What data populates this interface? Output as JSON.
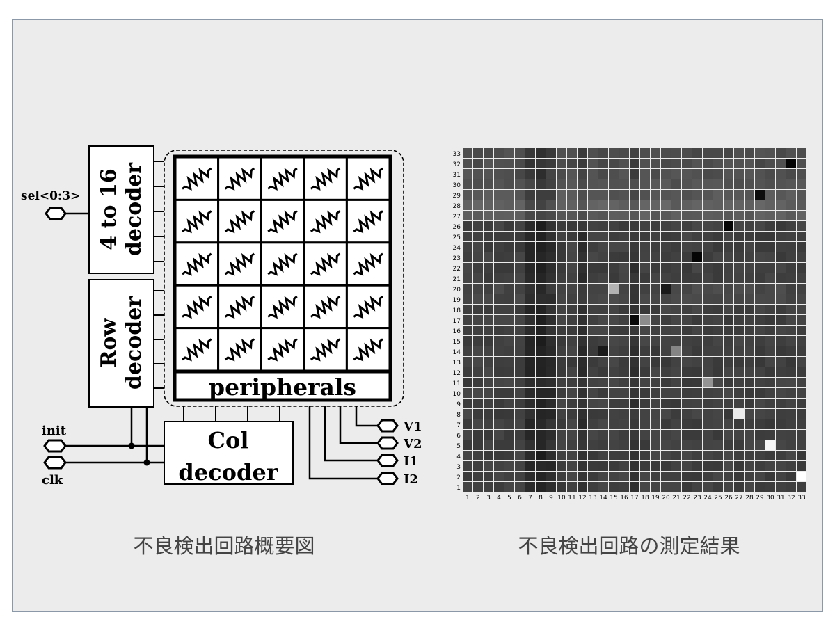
{
  "diagram": {
    "sel_label": "sel<0:3>",
    "decoder_4to16_line1": "4 to 16",
    "decoder_4to16_line2": "decoder",
    "row_decoder_line1": "Row",
    "row_decoder_line2": "decoder",
    "peripherals": "peripherals",
    "col_decoder_line1": "Col",
    "col_decoder_line2": "decoder",
    "init_label": "init",
    "clk_label": "clk",
    "v1_label": "V1",
    "v2_label": "V2",
    "i1_label": "I1",
    "i2_label": "I2"
  },
  "captions": {
    "left": "不良検出回路概要図",
    "right": "不良検出回路の測定結果"
  },
  "chart_data": {
    "type": "heatmap",
    "title": "",
    "xlabel": "",
    "ylabel": "",
    "x_labels": [
      "1",
      "2",
      "3",
      "4",
      "5",
      "6",
      "7",
      "8",
      "9",
      "10",
      "11",
      "12",
      "13",
      "14",
      "15",
      "16",
      "17",
      "18",
      "19",
      "20",
      "21",
      "22",
      "23",
      "24",
      "25",
      "26",
      "27",
      "28",
      "29",
      "30",
      "31",
      "32",
      "33"
    ],
    "y_labels": [
      "1",
      "2",
      "3",
      "4",
      "5",
      "6",
      "7",
      "8",
      "9",
      "10",
      "11",
      "12",
      "13",
      "14",
      "15",
      "16",
      "17",
      "18",
      "19",
      "20",
      "21",
      "22",
      "23",
      "24",
      "25",
      "26",
      "27",
      "28",
      "29",
      "30",
      "31",
      "32",
      "33"
    ],
    "color_scale": "grayscale (dark = low, light = high)",
    "colors": {
      "dark": "#000000",
      "light": "#ffffff"
    },
    "base_level": 0.25,
    "row_levels": {
      "27": 0.36,
      "28": 0.38,
      "29": 0.34,
      "30": 0.33,
      "31": 0.31,
      "32": 0.3,
      "33": 0.3,
      "19": 0.27,
      "20": 0.28
    },
    "column_levels": {
      "7": 0.17,
      "8": 0.14,
      "9": 0.18,
      "12": 0.19,
      "17": 0.2
    },
    "notable_cells": [
      {
        "x": 32,
        "y": 32,
        "level": 0.02
      },
      {
        "x": 29,
        "y": 29,
        "level": 0.05
      },
      {
        "x": 26,
        "y": 26,
        "level": 0.02
      },
      {
        "x": 23,
        "y": 23,
        "level": 0.02
      },
      {
        "x": 15,
        "y": 20,
        "level": 0.7
      },
      {
        "x": 20,
        "y": 20,
        "level": 0.1
      },
      {
        "x": 17,
        "y": 17,
        "level": 0.03
      },
      {
        "x": 18,
        "y": 17,
        "level": 0.55
      },
      {
        "x": 14,
        "y": 14,
        "level": 0.1
      },
      {
        "x": 21,
        "y": 14,
        "level": 0.52
      },
      {
        "x": 24,
        "y": 11,
        "level": 0.58
      },
      {
        "x": 27,
        "y": 8,
        "level": 0.92
      },
      {
        "x": 30,
        "y": 5,
        "level": 0.97
      },
      {
        "x": 33,
        "y": 2,
        "level": 1.0
      }
    ]
  }
}
